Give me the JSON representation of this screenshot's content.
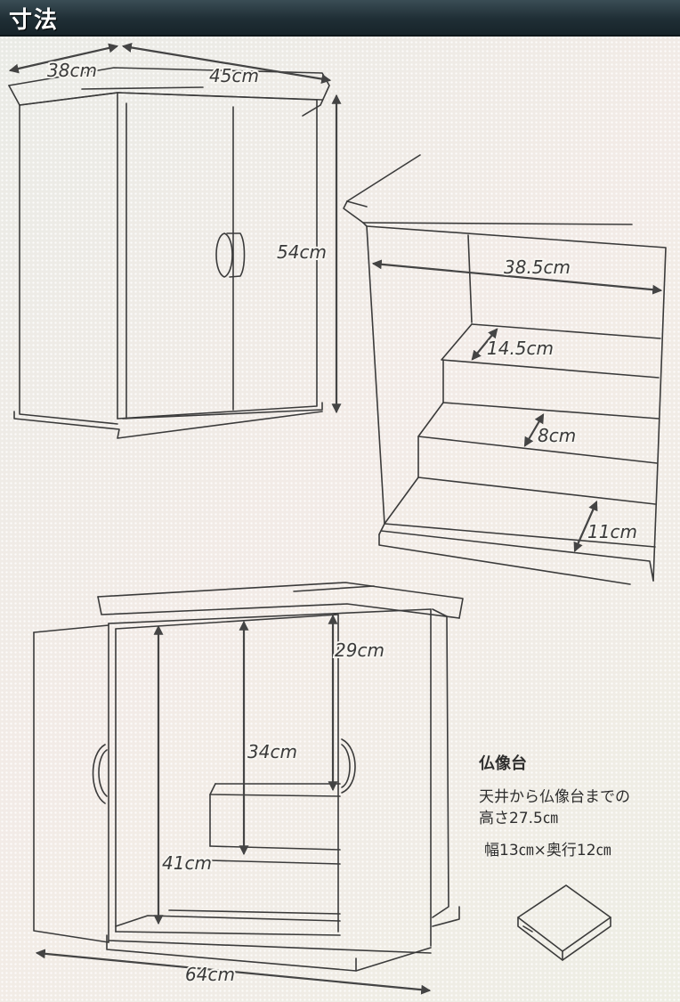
{
  "header": {
    "title": "寸法"
  },
  "dimensions": {
    "depth": "38cm",
    "width": "45cm",
    "height": "54cm",
    "inner_width": "38.5cm",
    "step_1": "14.5cm",
    "step_2": "8cm",
    "step_3": "11cm",
    "top_inner": "29cm",
    "middle_inner": "34cm",
    "full_inner": "41cm",
    "open_width": "64cm"
  },
  "pedestal": {
    "title": "仏像台",
    "line_1": "天井から仏像台までの",
    "line_2": "高さ27.5㎝",
    "line_3": "幅13㎝×奥行12㎝"
  },
  "colors": {
    "header_bg": "#1f2e35",
    "line": "#3b3b3b",
    "background": "#f5f2ec"
  }
}
